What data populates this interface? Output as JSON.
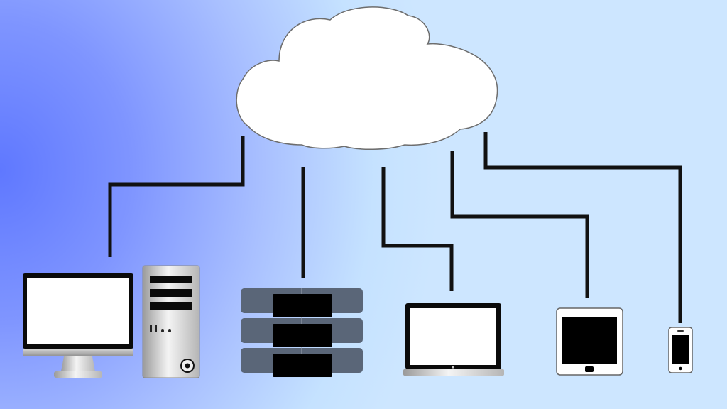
{
  "diagram": {
    "hub": {
      "icon": "cloud-icon"
    },
    "connectors": {
      "color": "#111111"
    },
    "devices": [
      {
        "id": "desktop-monitor",
        "icon": "monitor-icon"
      },
      {
        "id": "pc-tower",
        "icon": "pc-tower-icon"
      },
      {
        "id": "server-stack",
        "icon": "server-stack-icon"
      },
      {
        "id": "laptop",
        "icon": "laptop-icon"
      },
      {
        "id": "tablet",
        "icon": "tablet-icon"
      },
      {
        "id": "smartphone",
        "icon": "smartphone-icon"
      }
    ]
  },
  "colors": {
    "background_left": "#5f78ff",
    "background_right": "#cde6ff",
    "cloud_fill": "#ffffff",
    "server_panel": "#5a6678",
    "screen_dark": "#000000",
    "screen_light": "#ffffff"
  }
}
